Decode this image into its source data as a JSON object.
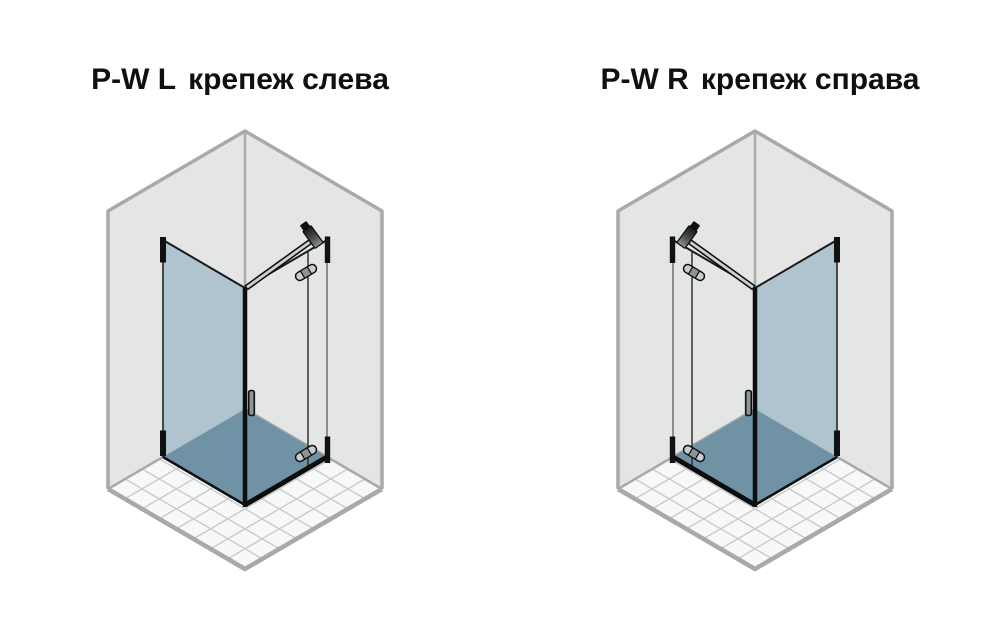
{
  "page": {
    "background": "#ffffff"
  },
  "diagrams": [
    {
      "model": "P-W L",
      "caption": "крепеж слева",
      "mounting_side": "left"
    },
    {
      "model": "P-W R",
      "caption": "крепеж справа",
      "mounting_side": "right"
    }
  ],
  "colors": {
    "wall": "#e4e5e5",
    "wall_outline": "#a7a9aa",
    "floor_tile": "#f7f8f8",
    "tile_grout": "#c9cbcc",
    "shower_tray": "#6f92a5",
    "glass_panel": "#b0c4cf",
    "glass_edge": "#1a1a1a",
    "hardware_black": "#111111",
    "metal_light": "#cdd1d3",
    "title_text": "#101010"
  }
}
